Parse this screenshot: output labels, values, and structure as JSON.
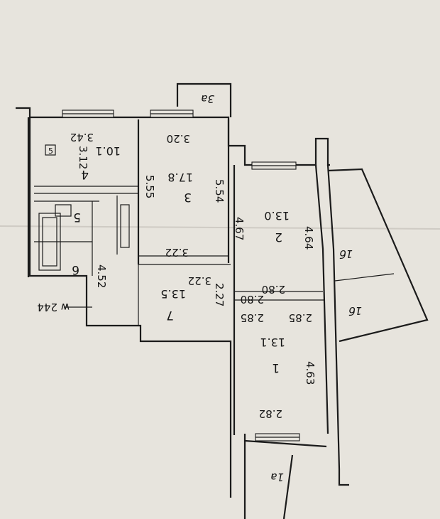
{
  "rooms": [
    {
      "number": "1",
      "area": "13.1"
    },
    {
      "number": "2",
      "area": "13.0"
    },
    {
      "number": "3",
      "area": "17.8"
    },
    {
      "number": "4",
      "area": "10.1"
    },
    {
      "number": "5"
    },
    {
      "number": "6"
    },
    {
      "number": "7",
      "area": "13.5"
    }
  ],
  "dimensions": [
    "3.42",
    "3.12",
    "3.20",
    "5.55",
    "5.54",
    "3.22",
    "3.22",
    "4.67",
    "4.64",
    "2.80",
    "2.80",
    "2.85",
    "2.85",
    "2.27",
    "4.52",
    "4.63",
    "2.82"
  ],
  "annex_labels": [
    "3a",
    "1a",
    "1б",
    "1б"
  ],
  "wall_label": "w 244",
  "stove_symbol": "5"
}
